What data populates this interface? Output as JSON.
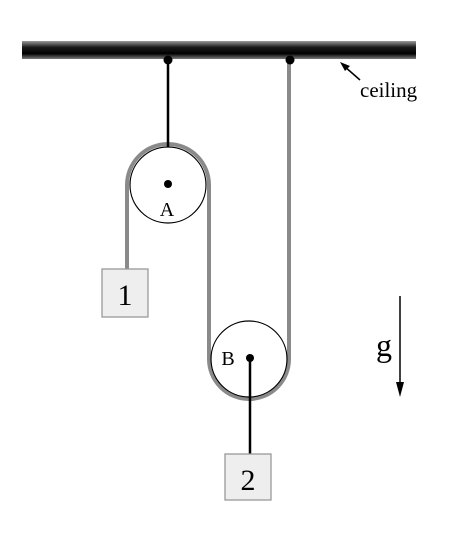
{
  "labels": {
    "ceiling": "ceiling",
    "pulley_a": "A",
    "pulley_b": "B",
    "mass_1": "1",
    "mass_2": "2",
    "gravity": "g"
  },
  "colors": {
    "ceiling_bar": "#111111",
    "rope": "#8a8a8a",
    "pulley_fill": "#ffffff",
    "block_fill": "#eeeeee",
    "hanger_line": "#000000"
  }
}
